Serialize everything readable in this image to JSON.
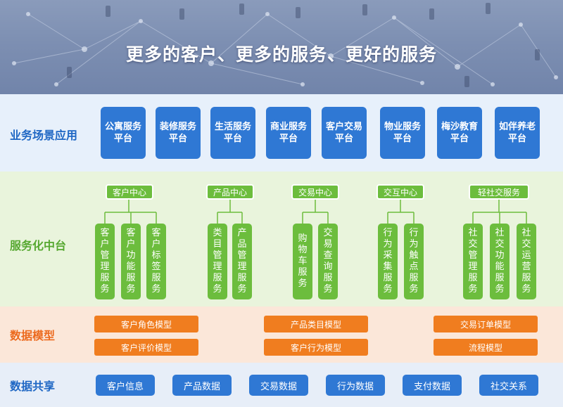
{
  "banner": {
    "title": "更多的客户、更多的服务、更好的服务"
  },
  "layers": {
    "business": {
      "label": "业务场景应用",
      "items": [
        "公寓服务平台",
        "装修服务平台",
        "生活服务平台",
        "商业服务平台",
        "客户交易平台",
        "物业服务平台",
        "梅沙教育平台",
        "如伴养老平台"
      ]
    },
    "service": {
      "label": "服务化中台",
      "groups": [
        {
          "center": "客户中心",
          "services": [
            "客户管理服务",
            "客户功能服务",
            "客户标签服务"
          ]
        },
        {
          "center": "产品中心",
          "services": [
            "类目管理服务",
            "产品管理服务"
          ]
        },
        {
          "center": "交易中心",
          "services": [
            "购物车服务",
            "交易查询服务"
          ]
        },
        {
          "center": "交互中心",
          "services": [
            "行为采集服务",
            "行为触点服务"
          ]
        },
        {
          "center": "轻社交服务",
          "services": [
            "社交管理服务",
            "社交功能服务",
            "社交运营服务"
          ]
        }
      ]
    },
    "model": {
      "label": "数据模型",
      "items": [
        "客户角色模型",
        "客户评价模型",
        "产品类目模型",
        "客户行为模型",
        "交易订单模型",
        "流程模型"
      ]
    },
    "share": {
      "label": "数据共享",
      "items": [
        "客户信息",
        "产品数据",
        "交易数据",
        "行为数据",
        "支付数据",
        "社交关系"
      ]
    }
  },
  "colors": {
    "blue": "#2f78d4",
    "green": "#6cbd3d",
    "orange": "#f07d1f"
  }
}
